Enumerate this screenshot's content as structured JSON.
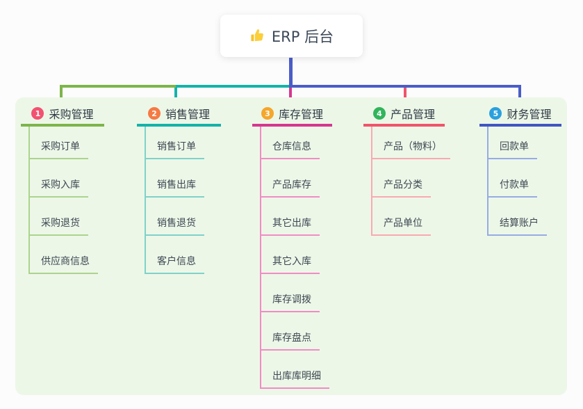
{
  "root": {
    "title": "ERP 后台",
    "icon": "thumbs-up"
  },
  "branches": [
    {
      "number": "1",
      "label": "采购管理",
      "accent_color": "#7cb54a",
      "badge_color": "#f25270",
      "children": [
        "采购订单",
        "采购入库",
        "采购退货",
        "供应商信息"
      ]
    },
    {
      "number": "2",
      "label": "销售管理",
      "accent_color": "#14b3a8",
      "badge_color": "#f57a43",
      "children": [
        "销售订单",
        "销售出库",
        "销售退货",
        "客户信息"
      ]
    },
    {
      "number": "3",
      "label": "库存管理",
      "accent_color": "#d6368f",
      "badge_color": "#f5a62b",
      "children": [
        "仓库信息",
        "产品库存",
        "其它出库",
        "其它入库",
        "库存调拨",
        "库存盘点",
        "出库库明细"
      ]
    },
    {
      "number": "4",
      "label": "产品管理",
      "accent_color": "#f0546b",
      "badge_color": "#30b55a",
      "children": [
        "产品（物料）",
        "产品分类",
        "产品单位"
      ]
    },
    {
      "number": "5",
      "label": "财务管理",
      "accent_color": "#4055c2",
      "badge_color": "#2ba0dd",
      "children": [
        "回款单",
        "付款单",
        "结算账户"
      ]
    }
  ],
  "colors": {
    "panel_background": "#edf7e8",
    "page_background": "#fcfcfc",
    "root_connector": "#4a5dc8",
    "thumb_icon": "#f7c32a"
  }
}
